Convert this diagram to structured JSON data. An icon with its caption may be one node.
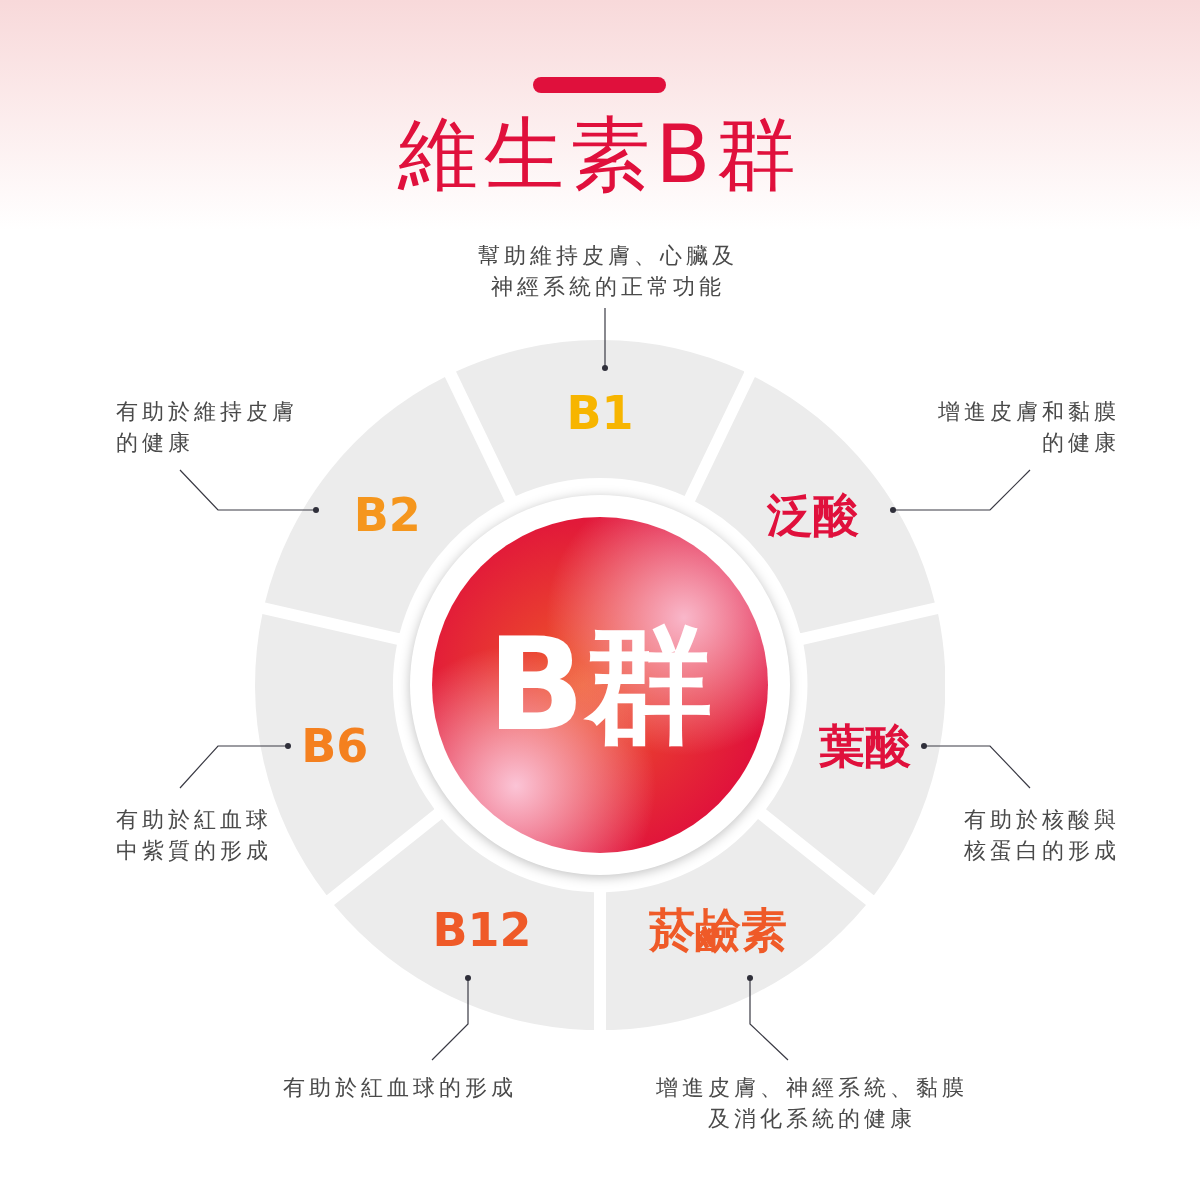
{
  "diagram": {
    "title": "維生素**B群**",
    "nodes": [
      {
        "text": [
          "幫助維持皮膚、心臟及神經系統的正常功能"
        ]
      },
      {
        "text": [
          "B1"
        ]
      },
      {
        "text": [
          "有助於維持皮膚的健康"
        ]
      },
      {
        "text": [
          "增進皮膚和黏膜的健康"
        ]
      },
      {
        "text": [
          "B2"
        ]
      },
      {
        "text": [
          "泛酸"
        ]
      },
      {
        "text": [
          "B群"
        ]
      },
      {
        "text": [
          "B6"
        ]
      },
      {
        "text": [
          "葉酸"
        ]
      },
      {
        "text": [
          "有助於紅血球中紫質的形成"
        ]
      },
      {
        "text": [
          "有助於核酸與核蛋白的形成"
        ]
      },
      {
        "text": [
          "B12"
        ]
      },
      {
        "text": [
          "菸鹼素"
        ]
      },
      {
        "text": [
          "有助於紅血球的形成"
        ]
      },
      {
        "text": [
          "增進皮膚、神經系統、黏膜及消化系統的健康"
        ]
      }
    ],
    "edges": [
      {
        "from": 0,
        "to": 1,
        "arrow": "other"
      },
      {
        "from": 2,
        "to": 4,
        "arrow": "other"
      },
      {
        "from": 3,
        "to": 5,
        "arrow": "other"
      },
      {
        "from": 9,
        "to": 7,
        "arrow": "other"
      },
      {
        "from": 10,
        "to": 8,
        "arrow": "other"
      },
      {
        "from": 13,
        "to": 11,
        "arrow": "other"
      },
      {
        "from": 14,
        "to": 12,
        "arrow": "other"
      }
    ]
  }
}
